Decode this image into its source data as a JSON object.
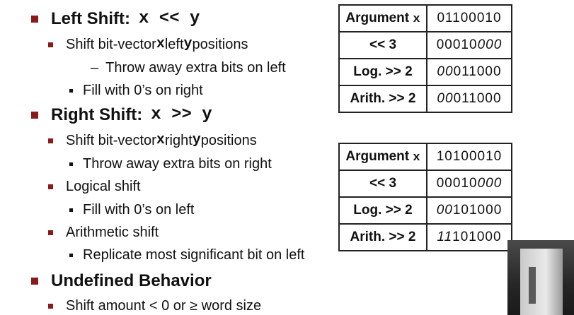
{
  "sections": {
    "left_shift": {
      "title": "Left Shift:",
      "code": "x << y",
      "item1_pre": "Shift bit-vector ",
      "item1_var1": "x",
      "item1_mid": " left ",
      "item1_var2": "y",
      "item1_post": " positions",
      "item1_sub": "Throw away extra bits on left",
      "item2": "Fill with 0’s on right"
    },
    "right_shift": {
      "title": "Right Shift:",
      "code": "x >> y",
      "item1_pre": "Shift bit-vector ",
      "item1_var1": "x",
      "item1_mid": " right ",
      "item1_var2": "y",
      "item1_post": " positions",
      "item1_sub": "Throw away extra bits on right",
      "item2": "Logical shift",
      "item2_sub": "Fill with 0’s on left",
      "item3": "Arithmetic shift",
      "item3_sub": "Replicate most significant bit on left"
    },
    "undefined": {
      "title": "Undefined Behavior",
      "item1": "Shift amount < 0 or ≥ word size"
    }
  },
  "tables": [
    {
      "rows": [
        {
          "label": "Argument ",
          "label_var": "x",
          "value_plain": "01100010",
          "value_italic": ""
        },
        {
          "label": "<< 3",
          "label_var": "",
          "value_plain": "00010",
          "value_italic": "000"
        },
        {
          "label": "Log. >> 2",
          "label_var": "",
          "value_plain": "",
          "value_italic": "00",
          "value_plain2": "011000"
        },
        {
          "label": "Arith. >> 2",
          "label_var": "",
          "value_plain": "",
          "value_italic": "00",
          "value_plain2": "011000"
        }
      ]
    },
    {
      "rows": [
        {
          "label": "Argument ",
          "label_var": "x",
          "value_plain": "10100010",
          "value_italic": ""
        },
        {
          "label": "<< 3",
          "label_var": "",
          "value_plain": "00010",
          "value_italic": "000"
        },
        {
          "label": "Log. >> 2",
          "label_var": "",
          "value_plain": "",
          "value_italic": "00",
          "value_plain2": "101000"
        },
        {
          "label": "Arith. >> 2",
          "label_var": "",
          "value_plain": "",
          "value_italic": "11",
          "value_plain2": "101000"
        }
      ]
    }
  ],
  "colors": {
    "bullet": "#8b1a1a",
    "text": "#111111",
    "border": "#222222"
  }
}
